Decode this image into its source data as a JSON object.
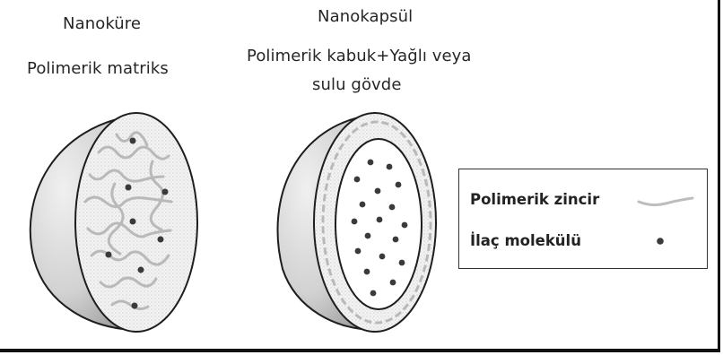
{
  "diagram": {
    "nanosphere": {
      "title": "Nanoküre",
      "subtitle": "Polimerik matriks"
    },
    "nanocapsule": {
      "title": "Nanokapsül",
      "subtitle_line1": "Polimerik kabuk+Yağlı veya",
      "subtitle_line2": "sulu gövde"
    },
    "legend": {
      "polymer_chain": "Polimerik zincir",
      "drug_molecule": "İlaç molekülü"
    }
  }
}
